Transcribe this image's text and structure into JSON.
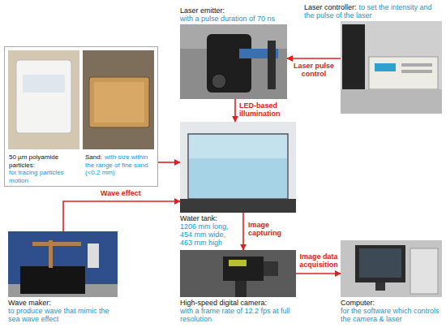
{
  "diagram": {
    "nodes": [
      {
        "text": [
          "Laser emitter:",
          "with a pulse duration of 70 ns"
        ]
      },
      {
        "text": [
          "Laser controller:",
          "to set the intensity and the pulse of the laser"
        ]
      },
      {
        "text": [
          "50 µm polyamide particles:",
          "for tracing particles motion",
          "Sand:",
          "with size within the range of fine sand (<0.2 mm)"
        ]
      },
      {
        "text": [
          "Water tank:",
          "1206 mm long, 454 mm wide, 463 mm high"
        ]
      },
      {
        "text": [
          "Wave maker:",
          "to produce wave that mimic the sea wave effect"
        ]
      },
      {
        "text": [
          "High-speed digital camera:",
          "with a frame rate of 12.2 fps at full resolution"
        ]
      },
      {
        "text": [
          "Computer:",
          "for the software which controls the camera & laser"
        ]
      }
    ],
    "edges": [
      {
        "from": 1,
        "to": 0,
        "label": "Laser pulse control",
        "arrow": "to"
      },
      {
        "from": 0,
        "to": 3,
        "label": "LED-based illumination",
        "arrow": "to"
      },
      {
        "from": 2,
        "to": 3,
        "arrow": "to"
      },
      {
        "from": 4,
        "to": 3,
        "label": "Wave effect",
        "arrow": "to"
      },
      {
        "from": 3,
        "to": 5,
        "label": "Image capturing",
        "arrow": "to"
      },
      {
        "from": 5,
        "to": 6,
        "label": "Image data acquisition",
        "arrow": "to"
      }
    ]
  }
}
